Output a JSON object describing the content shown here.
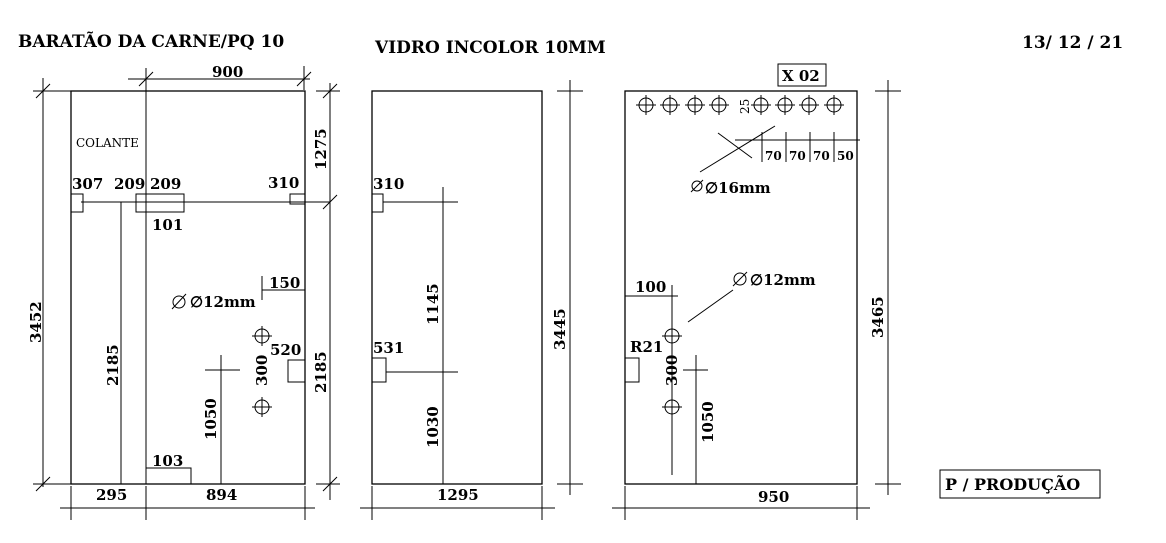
{
  "header": {
    "client": "BARATÃO DA CARNE/PQ 10",
    "material": "VIDRO INCOLOR 10MM",
    "date": "13/ 12 / 21"
  },
  "panel1": {
    "top_width": "900",
    "colante": "COLANTE",
    "right_upper_height": "1275",
    "notch_307": "307",
    "notch_209a": "209",
    "notch_209b": "209",
    "notch_310": "310",
    "slot_101": "101",
    "hole_spacing_150": "150",
    "hole_diameter": "∅12mm",
    "notch_520": "520",
    "hole_300": "300",
    "left_height": "3452",
    "inner_2185_left": "2185",
    "inner_1050": "1050",
    "right_lower_2185": "2185",
    "notch_103": "103",
    "bottom_295": "295",
    "bottom_894": "894"
  },
  "panel2": {
    "notch_310": "310",
    "dim_1145": "1145",
    "notch_531": "531",
    "dim_1030": "1030",
    "height": "3445",
    "width": "1295"
  },
  "panel3": {
    "qty": "X 02",
    "top_offset": "25",
    "spacing": [
      "70",
      "70",
      "70",
      "50"
    ],
    "hole_small": "∅16mm",
    "hole_large": "∅12mm",
    "edge_100": "100",
    "radius": "R21",
    "hole_300": "300",
    "dim_1050": "1050",
    "height": "3465",
    "width": "950"
  },
  "footer": {
    "stamp": "P / PRODUÇÃO"
  }
}
